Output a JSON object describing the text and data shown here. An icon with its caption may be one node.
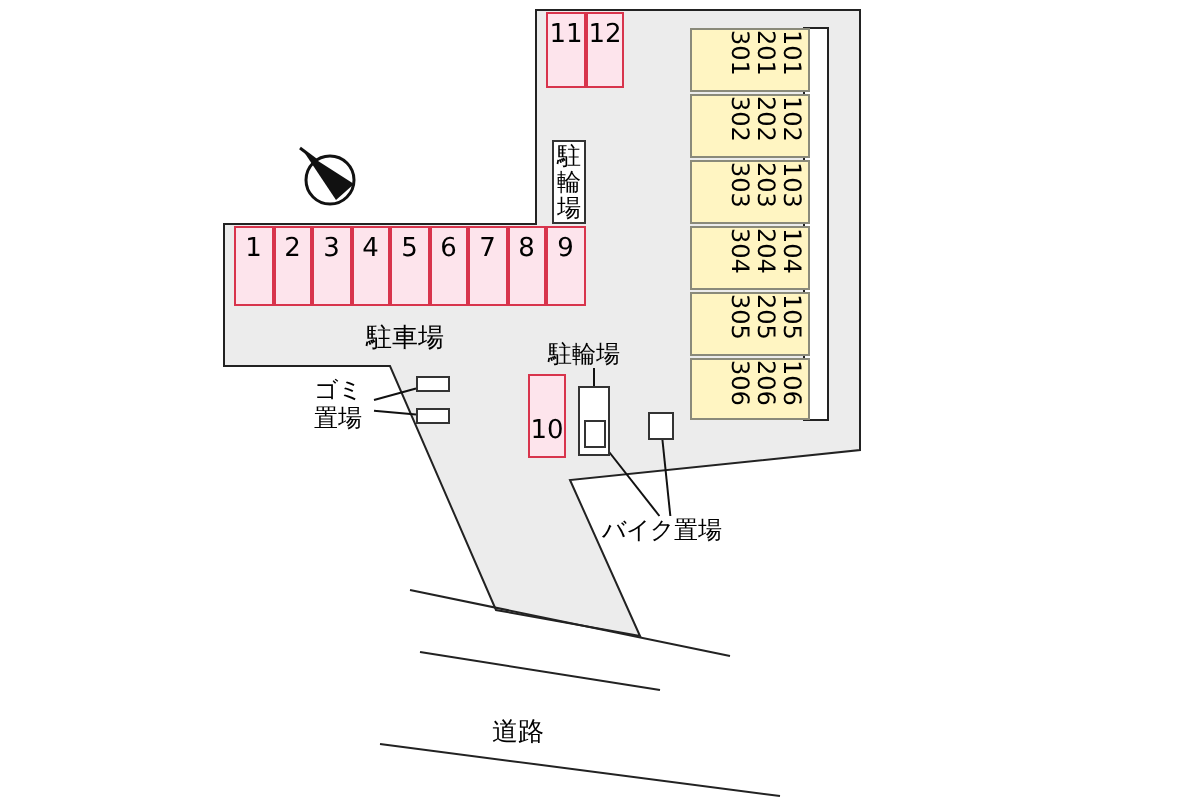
{
  "diagram": {
    "nodes": [
      {
        "text": [
          "11"
        ]
      },
      {
        "text": [
          "12"
        ]
      },
      {
        "text": [
          "駐輪場"
        ]
      },
      {
        "text": [
          "1"
        ]
      },
      {
        "text": [
          "2"
        ]
      },
      {
        "text": [
          "3"
        ]
      },
      {
        "text": [
          "4"
        ]
      },
      {
        "text": [
          "5"
        ]
      },
      {
        "text": [
          "6"
        ]
      },
      {
        "text": [
          "7"
        ]
      },
      {
        "text": [
          "8"
        ]
      },
      {
        "text": [
          "9"
        ]
      },
      {
        "text": [
          "101",
          "201",
          "301"
        ]
      },
      {
        "text": [
          "102",
          "202",
          "302"
        ]
      },
      {
        "text": [
          "103",
          "203",
          "303"
        ]
      },
      {
        "text": [
          "104",
          "204",
          "304"
        ]
      },
      {
        "text": [
          "105",
          "205",
          "305"
        ]
      },
      {
        "text": [
          "106",
          "206",
          "306"
        ]
      },
      {
        "text": [
          "10"
        ]
      },
      {
        "text": [],
        "shape": "box"
      },
      {
        "text": [],
        "shape": "box",
        "in": 19
      },
      {
        "text": [],
        "shape": "box"
      },
      {
        "text": [],
        "shape": "box"
      },
      {
        "text": [],
        "shape": "box"
      },
      {
        "text": [
          "ゴミ置場"
        ]
      },
      {
        "text": [
          "駐輪場"
        ]
      },
      {
        "text": [
          "バイク置場"
        ]
      }
    ],
    "edges": [
      {
        "from": 24,
        "to": 22,
        "arrow": "none"
      },
      {
        "from": 24,
        "to": 23,
        "arrow": "none"
      },
      {
        "from": 25,
        "to": 19,
        "arrow": "none"
      },
      {
        "from": 26,
        "to": 20,
        "arrow": "none"
      },
      {
        "from": 26,
        "to": 21,
        "arrow": "none"
      }
    ],
    "labels": [
      "駐車場",
      "道路"
    ]
  }
}
